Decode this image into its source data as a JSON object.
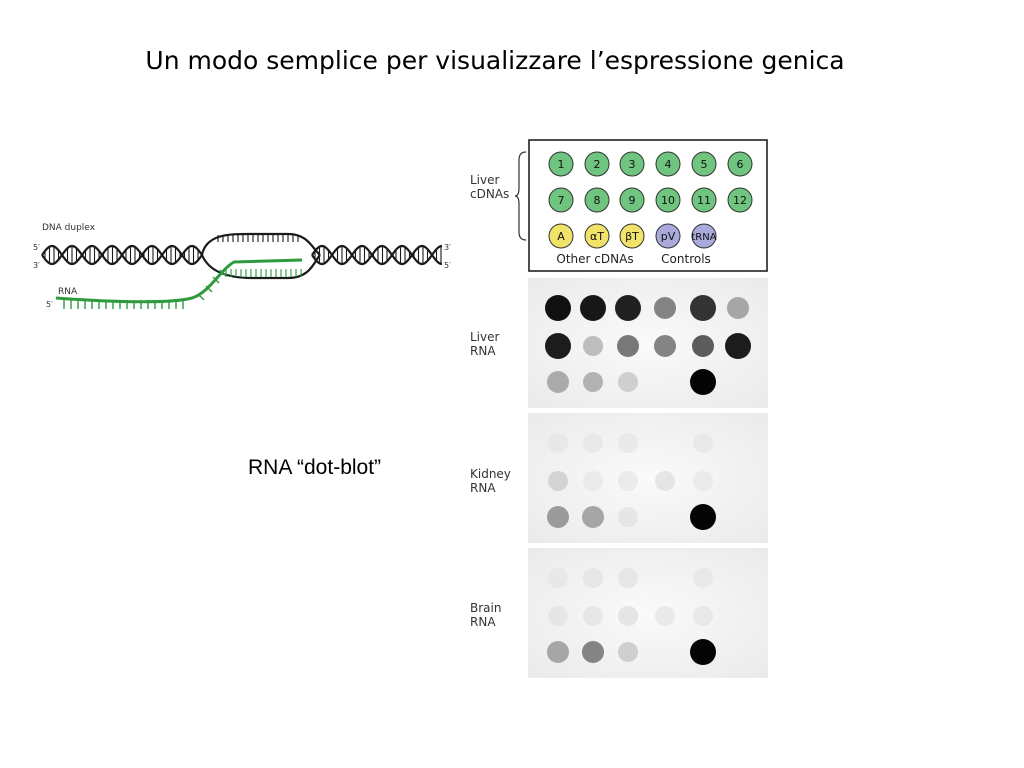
{
  "slide": {
    "title": "Un modo semplice per visualizzare l’espressione genica",
    "caption": "RNA “dot-blot”"
  },
  "hybrid_diagram": {
    "dna_label": "DNA duplex",
    "rna_label": "RNA",
    "end_5_top": "5′",
    "end_3_bottom": "3′",
    "end_3_top_right": "3′",
    "end_5_bottom_right": "5′",
    "rna_5_end": "5′",
    "colors": {
      "dna": "#1a1a1a",
      "rna": "#2e9a3e"
    }
  },
  "key": {
    "group_label_line1": "Liver",
    "group_label_line2": "cDNAs",
    "row1": [
      "1",
      "2",
      "3",
      "4",
      "5",
      "6"
    ],
    "row2": [
      "7",
      "8",
      "9",
      "10",
      "11",
      "12"
    ],
    "row3": [
      "A",
      "αT",
      "βT",
      "pV",
      "tRNA"
    ],
    "other_label": "Other cDNAs",
    "controls_label": "Controls",
    "colors": {
      "liver_cdna": "#6fc47f",
      "other_cdna": "#f1e26a",
      "controls": "#a9a9dc"
    }
  },
  "panels": [
    {
      "label_line1": "Liver",
      "label_line2": "RNA",
      "intensity": [
        [
          0.95,
          0.92,
          0.88,
          0.45,
          0.8,
          0.3
        ],
        [
          0.9,
          0.2,
          0.5,
          0.45,
          0.62,
          0.9
        ],
        [
          0.28,
          0.25,
          0.12,
          0,
          1.0,
          0
        ]
      ]
    },
    {
      "label_line1": "Kidney",
      "label_line2": "RNA",
      "intensity": [
        [
          0.04,
          0.04,
          0.04,
          0,
          0.04,
          0
        ],
        [
          0.1,
          0.04,
          0.04,
          0.08,
          0.04,
          0
        ],
        [
          0.35,
          0.3,
          0.06,
          0,
          1.0,
          0
        ]
      ]
    },
    {
      "label_line1": "Brain",
      "label_line2": "RNA",
      "intensity": [
        [
          0.04,
          0.05,
          0.06,
          0,
          0.04,
          0
        ],
        [
          0.05,
          0.06,
          0.08,
          0.05,
          0.05,
          0
        ],
        [
          0.3,
          0.45,
          0.12,
          0,
          1.0,
          0
        ]
      ]
    }
  ]
}
